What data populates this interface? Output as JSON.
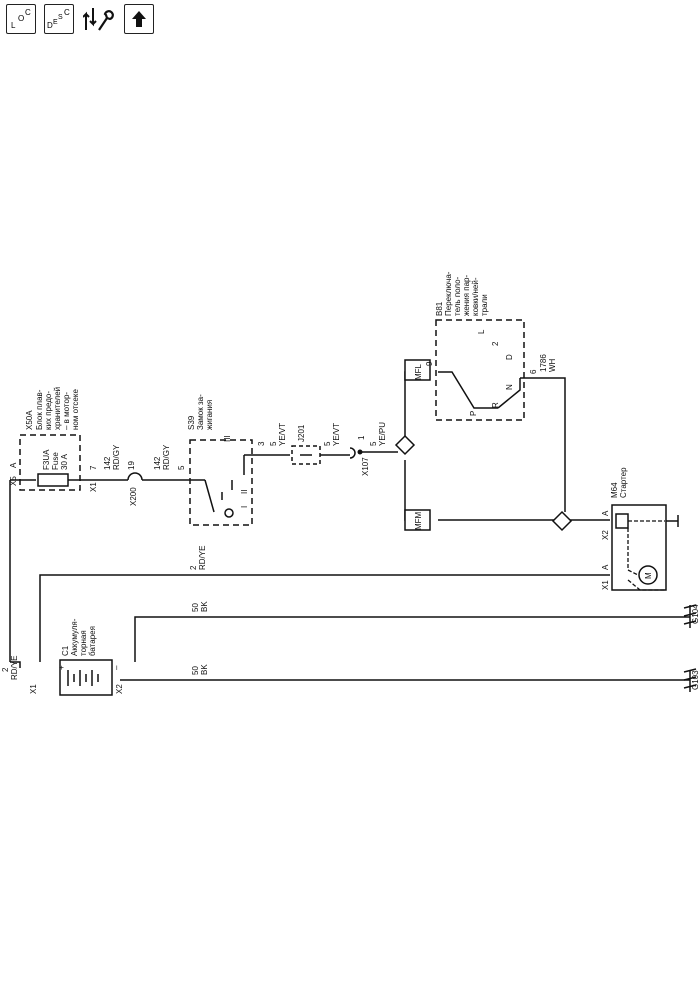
{
  "toolbar": {
    "loc_label_1": "L",
    "loc_label_2": "O",
    "loc_label_3": "C",
    "desc_label_1": "D",
    "desc_label_2": "E",
    "desc_label_3": "S",
    "desc_label_4": "C",
    "service_icon": "wrench-arrows-icon",
    "up_icon": "arrow-up-icon"
  },
  "diagram": {
    "fuse_block": {
      "connector": "X50A",
      "label": [
        "Блок плав-",
        "ких предо-",
        "хранителей",
        "– в мотор-",
        "ном отсеке"
      ],
      "fuse_id": "F3UA",
      "fuse_word": "Fuse",
      "fuse_rating": "30 A",
      "pin_in": "A",
      "conn_in": "X5",
      "pin_out": "7",
      "conn_out": "X1"
    },
    "wire_top": {
      "circuit": "142",
      "color": "RD/GY",
      "pin": "19"
    },
    "splice_x200": "X200",
    "wire_to_ignition": {
      "circuit": "142",
      "color": "RD/GY",
      "pin": "5"
    },
    "ignition_switch": {
      "id": "S39",
      "label": [
        "Замок за-",
        "жигания"
      ],
      "pos_iii": "III",
      "pos_ii": "II",
      "pos_i": "I",
      "pin_out": "3"
    },
    "wire_ign_out": {
      "pin": "5",
      "color": "YE/VT"
    },
    "connector_j201": "J201",
    "wire_after_j201": {
      "pin": "5",
      "color": "YE/VT"
    },
    "connector_x107": {
      "id": "X107",
      "pin": "1"
    },
    "wire_to_inhibit": {
      "pin": "5",
      "color": "YE/PU"
    },
    "modules": {
      "mfl": "MFL",
      "mfm": "MFM"
    },
    "range_switch": {
      "id": "B81",
      "label": [
        "Переключа-",
        "тель поло-",
        "жения пар-",
        "ковки/ней-",
        "трали"
      ],
      "pin_top": "9",
      "pos_l": "L",
      "pos_2": "2",
      "pos_d": "D",
      "pos_p": "P",
      "pos_r": "R",
      "pos_n": "N",
      "pin_out": "6"
    },
    "wire_1786": {
      "circuit": "1786",
      "color": "WH"
    },
    "starter": {
      "id": "M64",
      "label": "Стартер",
      "pin_a_top": "A",
      "conn_x2": "X2",
      "pin_a_bottom": "A",
      "conn_x1": "X1",
      "motor": "M"
    },
    "wire_battery_starter": {
      "circuit": "2",
      "color": "RD/YE"
    },
    "wire_battery_fuse": {
      "circuit": "2",
      "color": "RD/YE"
    },
    "battery": {
      "id": "C1",
      "label": [
        "Аккумуля-",
        "торная",
        "батарея"
      ],
      "plus": "+",
      "minus": "–",
      "conn_plus": "X1",
      "conn_minus": "X2"
    },
    "ground_wire_1": {
      "circuit": "50",
      "color": "BK",
      "ground": "G104"
    },
    "ground_wire_2": {
      "circuit": "50",
      "color": "BK",
      "ground": "G103"
    }
  }
}
